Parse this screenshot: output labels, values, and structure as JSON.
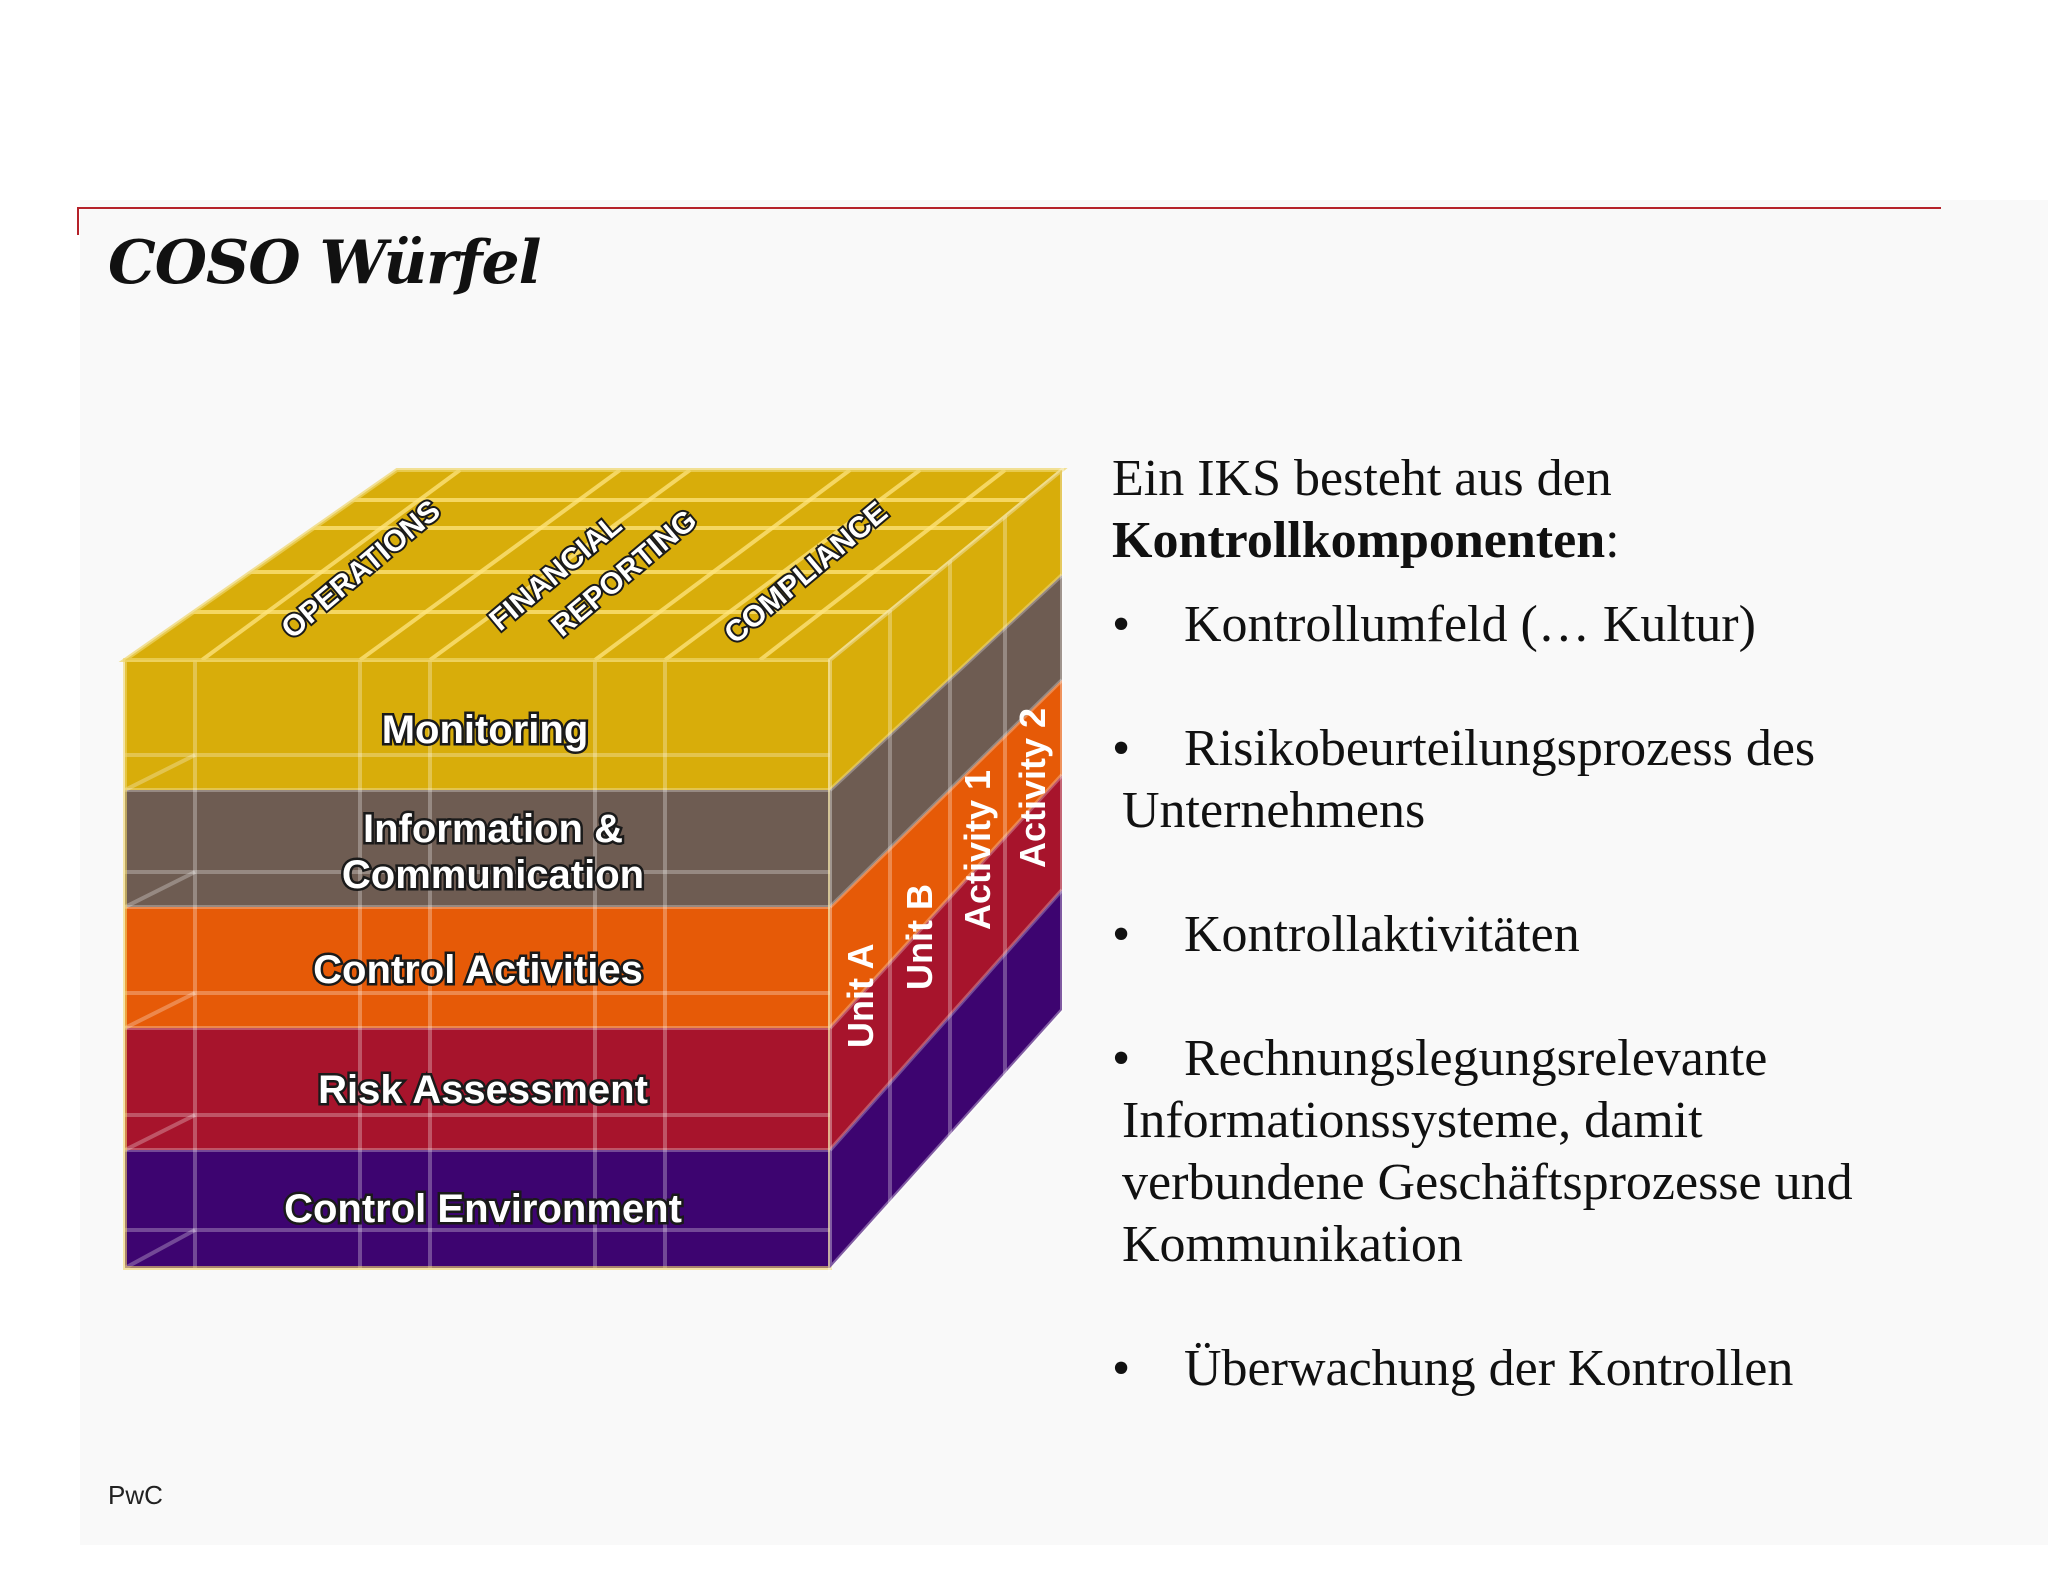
{
  "slide": {
    "title": "COSO Würfel",
    "footer": "PwC"
  },
  "cube": {
    "top_labels": [
      "OPERATIONS",
      "FINANCIAL",
      "REPORTING",
      "COMPLIANCE"
    ],
    "front_layers": [
      {
        "label": "Monitoring",
        "color": "#d8ad0a"
      },
      {
        "label": "Information &",
        "label2": "Communication",
        "color": "#6e5c52"
      },
      {
        "label": "Control Activities",
        "color": "#e65a07"
      },
      {
        "label": "Risk Assessment",
        "color": "#a7142c"
      },
      {
        "label": "Control Environment",
        "color": "#3d0470"
      }
    ],
    "side_labels": [
      "Unit A",
      "Unit B",
      "Activity 1",
      "Activity 2"
    ]
  },
  "content": {
    "intro_line1": "Ein IKS besteht aus den",
    "intro_bold": "Kontrollkomponenten",
    "intro_colon": ":",
    "bullet_symbol": "•",
    "bullets": [
      {
        "text": "Kontrollumfeld (… Kultur)"
      },
      {
        "text": "Risikobeurteilungsprozess des",
        "cont": [
          "Unternehmens"
        ]
      },
      {
        "text": "Kontrollaktivitäten"
      },
      {
        "text": "Rechnungslegungsrelevante",
        "cont": [
          "Informationssysteme, damit",
          "verbundene Geschäftsprozesse und",
          "Kommunikation"
        ]
      },
      {
        "text": "Überwachung der Kontrollen"
      }
    ]
  }
}
